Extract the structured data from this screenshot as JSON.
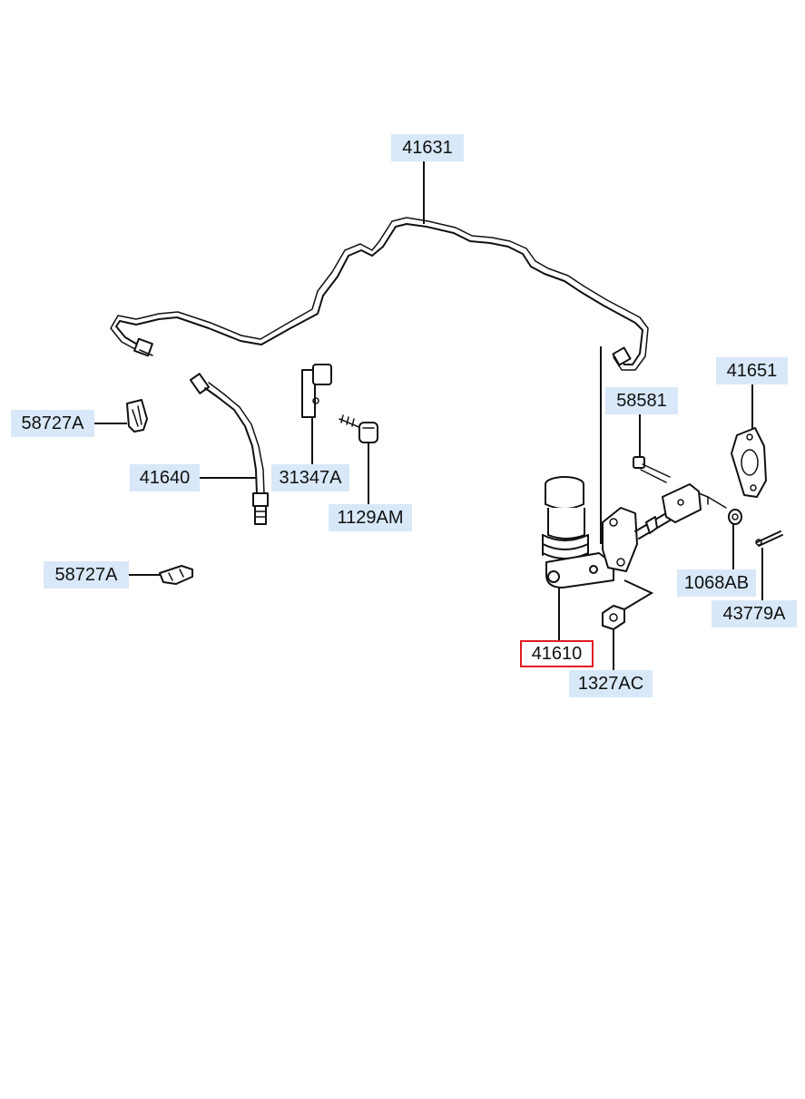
{
  "labels": {
    "l41631": "41631",
    "l58727a_top": "58727A",
    "l41640": "41640",
    "l31347a": "31347A",
    "l1129am": "1129AM",
    "l58581": "58581",
    "l41651": "41651",
    "l58727a_bottom": "58727A",
    "l1068ab": "1068AB",
    "l43779a": "43779A",
    "l41610": "41610",
    "l1327ac": "1327AC"
  },
  "selected_part": "41610",
  "colors": {
    "label_bg": "#d8e8f8",
    "selected_border": "#e01c24",
    "ink": "#111111"
  }
}
